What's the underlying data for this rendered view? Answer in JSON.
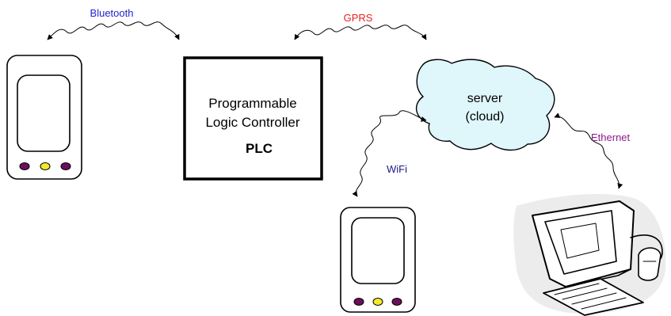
{
  "links": {
    "bluetooth": "Bluetooth",
    "gprs": "GPRS",
    "wifi": "WiFi",
    "ethernet": "Ethernet"
  },
  "plc": {
    "line1": "Programmable",
    "line2": "Logic Controller",
    "abbr": "PLC"
  },
  "server": {
    "line1": "server",
    "line2": "(cloud)"
  },
  "colors": {
    "bluetooth": "#1f1fcc",
    "gprs": "#e8231f",
    "wifi": "#1a1a80",
    "ethernet": "#8e1a8e",
    "cloud_fill": "#dff6fa",
    "phone_button_outer": "#6a0f5c",
    "phone_button_middle": "#f2ea2a"
  },
  "icons": {
    "handheld": "handheld-device-icon",
    "computer": "desktop-computer-icon"
  }
}
